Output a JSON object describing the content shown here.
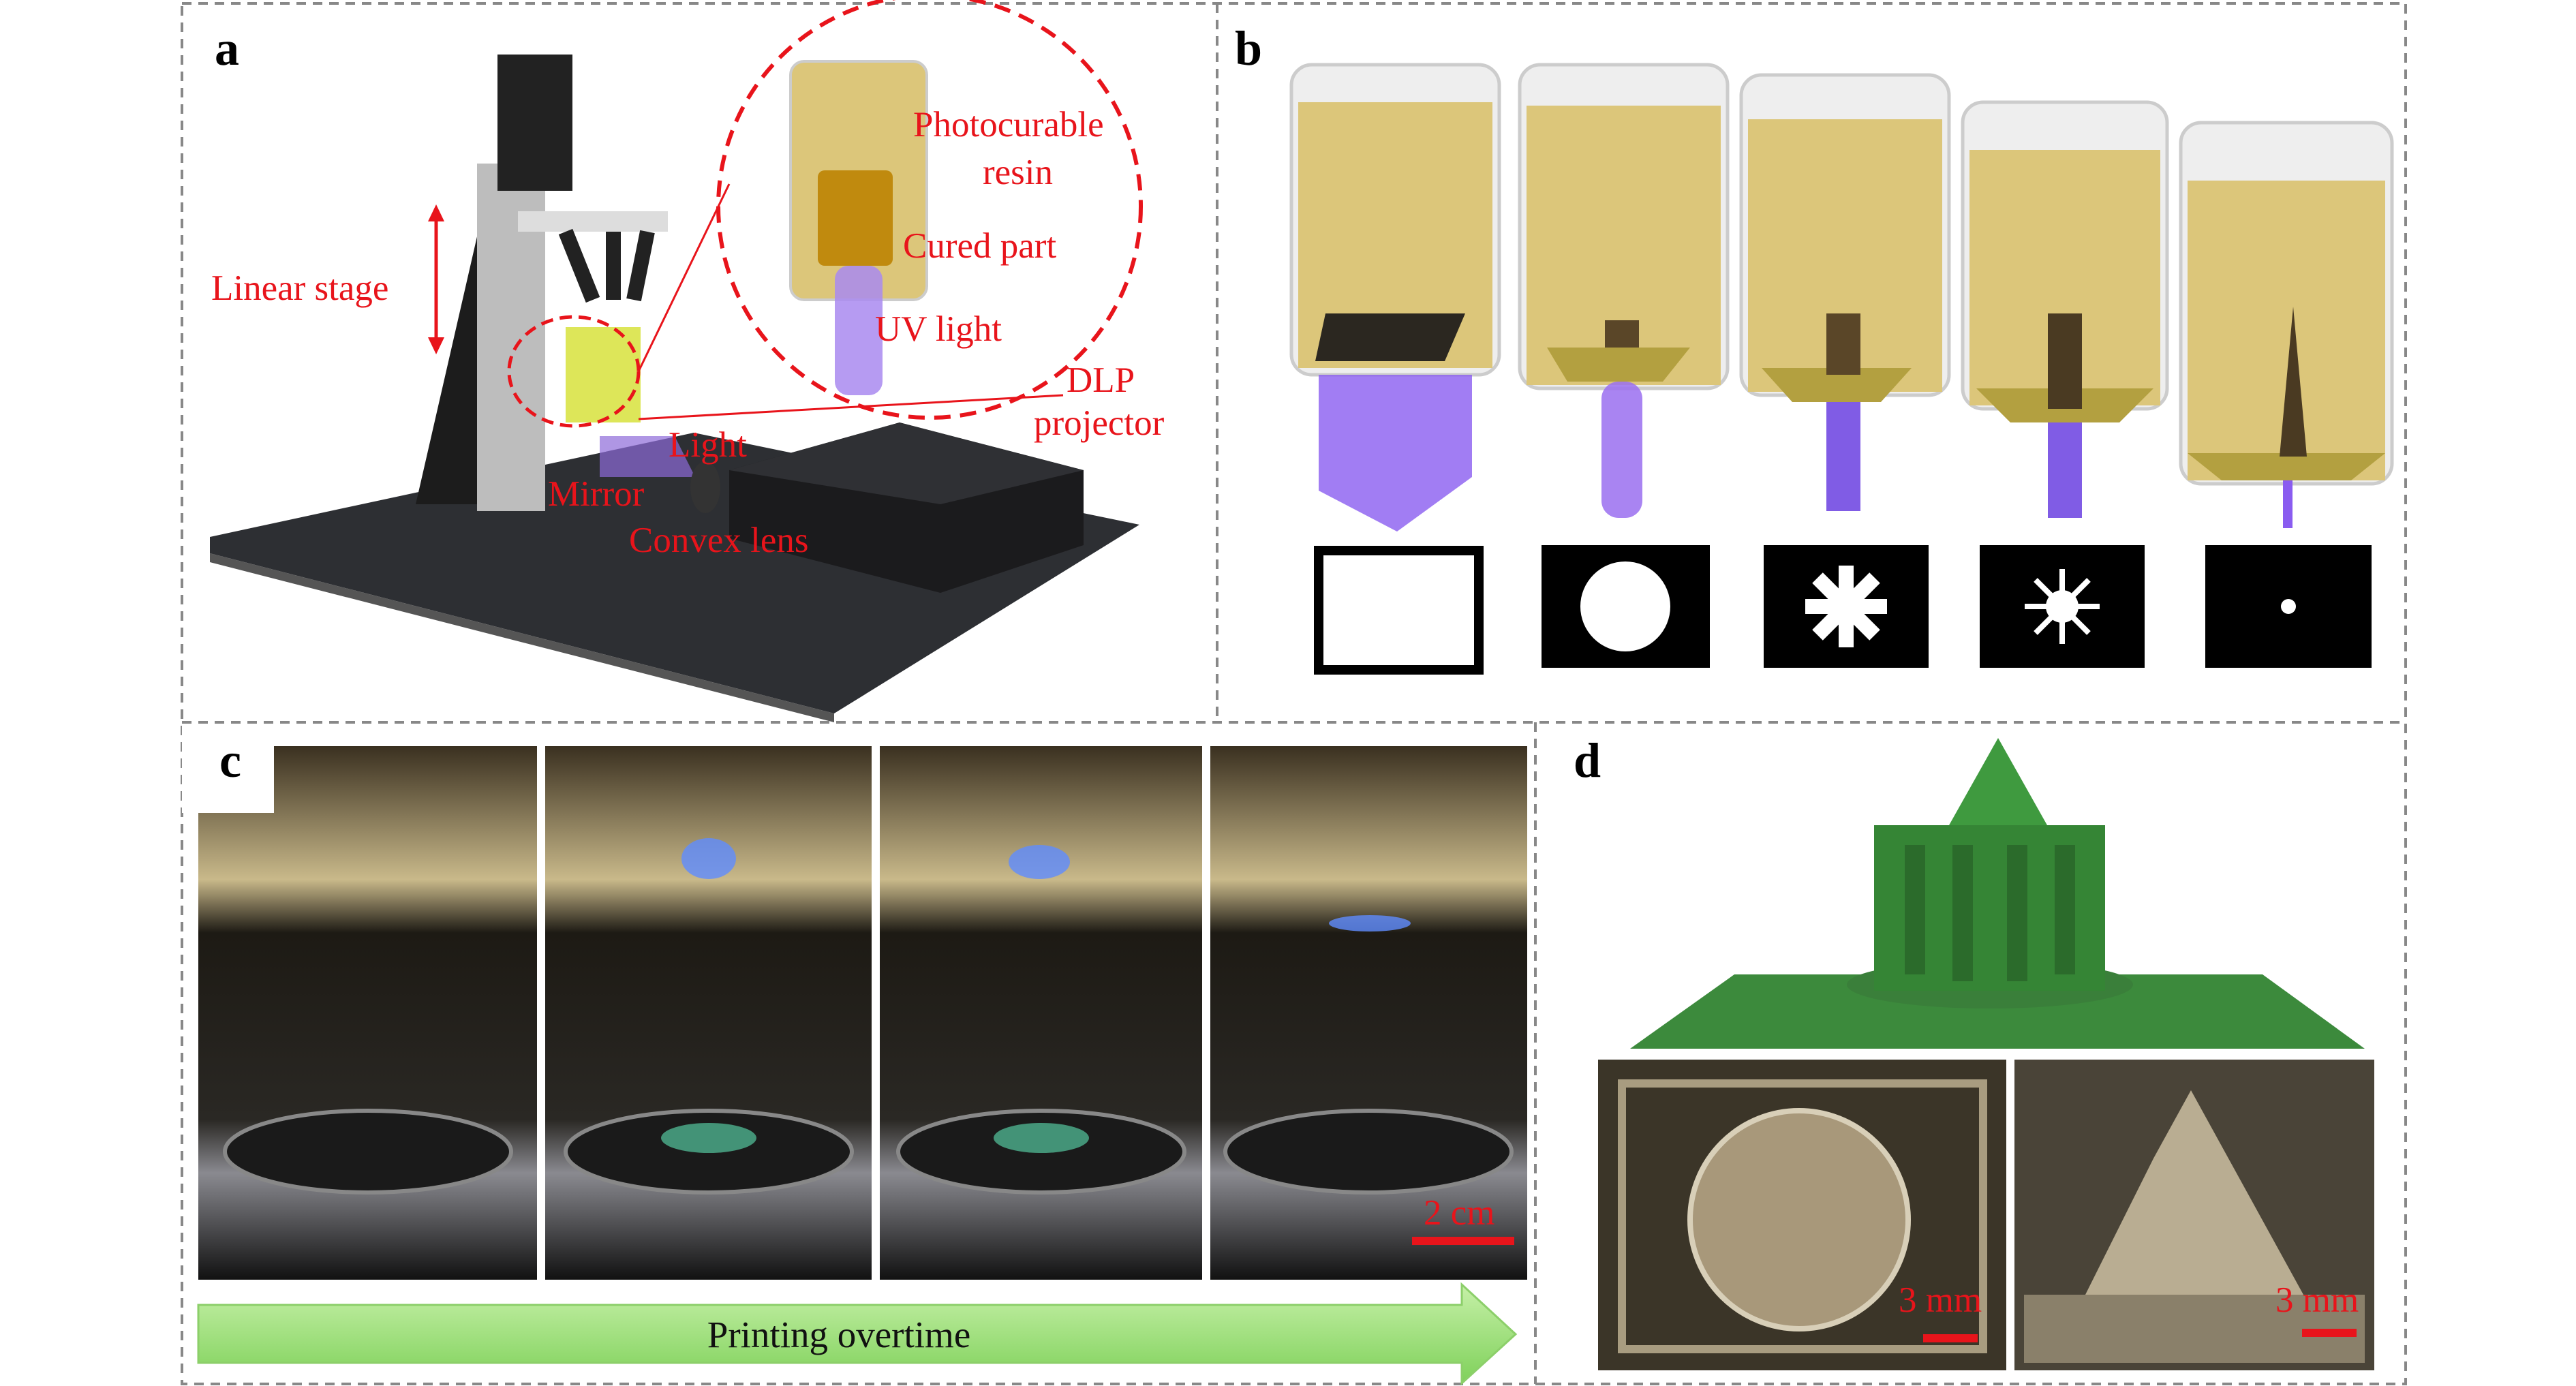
{
  "panels": {
    "a": {
      "label": "a",
      "annotations": {
        "photocurable": "Photocurable",
        "resin": "resin",
        "cured_part": "Cured part",
        "uv_light": "UV light",
        "dlp": "DLP",
        "projector": "projector",
        "linear_stage": "Linear stage",
        "light": "Light",
        "mirror": "Mirror",
        "convex_lens": "Convex lens"
      }
    },
    "b": {
      "label": "b",
      "masks": [
        "open-square",
        "circle",
        "asterisk",
        "star-burst",
        "dot"
      ]
    },
    "c": {
      "label": "c",
      "scale_bar": "2 cm",
      "arrow_label": "Printing overtime"
    },
    "d": {
      "label": "d",
      "scale_bar_left": "3 mm",
      "scale_bar_right": "3 mm"
    }
  },
  "colors": {
    "annotation": "#e8141b",
    "resin": "#d9c473",
    "uv": "#9a6ef0",
    "model": "#3c8a3c",
    "arrow": "#9fe07f"
  }
}
